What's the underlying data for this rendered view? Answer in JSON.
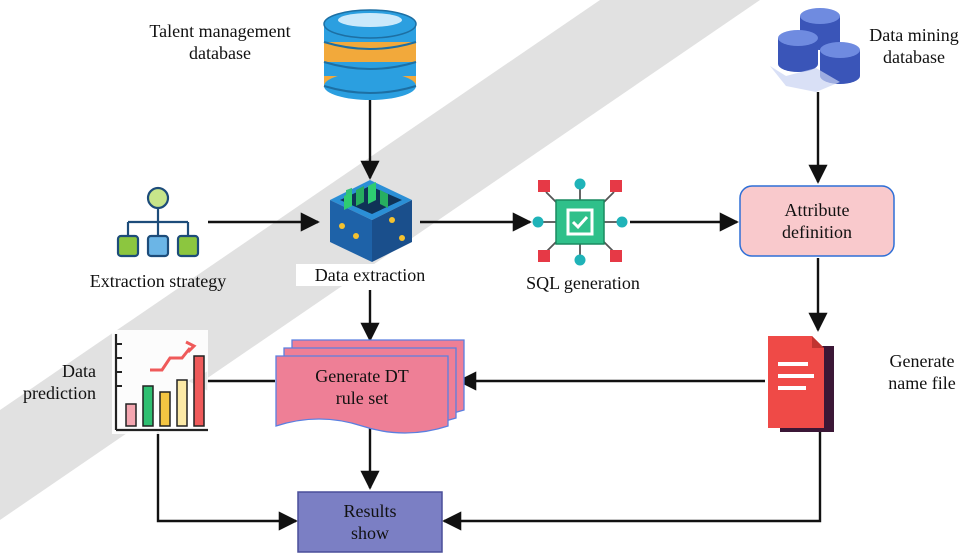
{
  "nodes": {
    "talent_db": {
      "label_line1": "Talent management",
      "label_line2": "database",
      "icon": "database-icon"
    },
    "data_mining_db": {
      "label_line1": "Data mining",
      "label_line2": "database",
      "icon": "database-cluster-icon"
    },
    "extraction_strategy": {
      "label": "Extraction strategy",
      "icon": "hierarchy-icon"
    },
    "data_extraction": {
      "label": "Data extraction",
      "icon": "data-box-icon"
    },
    "sql_generation": {
      "label": "SQL generation",
      "icon": "chip-check-icon"
    },
    "attribute_definition": {
      "label_line1": "Attribute",
      "label_line2": "definition"
    },
    "generate_name_file": {
      "label_line1": "Generate",
      "label_line2": "name file",
      "icon": "document-icon"
    },
    "generate_dt_rule_set": {
      "label_line1": "Generate DT",
      "label_line2": "rule set"
    },
    "data_prediction": {
      "label_line1": "Data",
      "label_line2": "prediction",
      "icon": "bar-chart-icon"
    },
    "results_show": {
      "label_line1": "Results",
      "label_line2": "show"
    }
  },
  "colors": {
    "attribute_box_fill": "#f9c9cc",
    "attribute_box_stroke": "#2f6fd6",
    "rule_set_fill": "#ee7f96",
    "rule_set_stroke": "#5b7fe0",
    "results_fill": "#7b7fc4",
    "results_stroke": "#4a4f9a",
    "arrow": "#111111",
    "watermark": "#d9d9d9"
  }
}
